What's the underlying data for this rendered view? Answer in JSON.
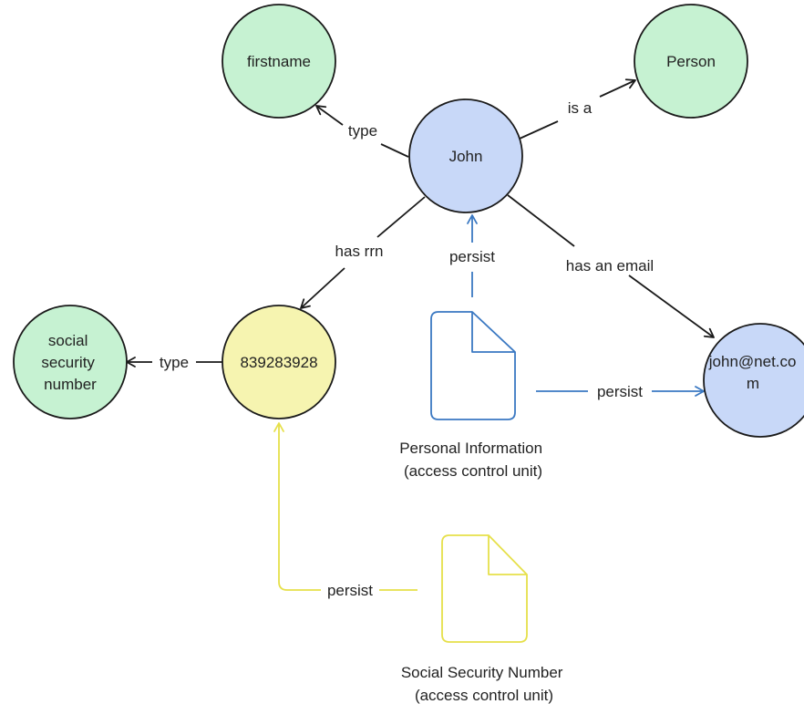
{
  "nodes": {
    "john": {
      "label": "John",
      "fill": "#c8d8f8"
    },
    "firstname": {
      "label": "firstname",
      "fill": "#c6f2d2"
    },
    "person": {
      "label": "Person",
      "fill": "#c6f2d2"
    },
    "ssn_type": {
      "label_lines": [
        "social",
        "security",
        "number"
      ],
      "fill": "#c6f2d2"
    },
    "rrn": {
      "label": "839283928",
      "fill": "#f6f4b0"
    },
    "email": {
      "label_lines": [
        "john@net.co",
        "m"
      ],
      "fill": "#c8d8f8"
    }
  },
  "edges": {
    "john_firstname": "type",
    "john_person": "is a",
    "john_rrn": "has rrn",
    "john_email": "has an email",
    "rrn_ssn_type": "type",
    "personal_doc_john": "persist",
    "personal_doc_email": "persist",
    "ssn_doc_rrn": "persist"
  },
  "documents": {
    "personal_information": {
      "caption_lines": [
        "Personal Information",
        "(access control unit)"
      ],
      "color": "#3a78c2"
    },
    "social_security_number": {
      "caption_lines": [
        "Social Security Number",
        "(access control unit)"
      ],
      "color": "#e6e04a"
    }
  },
  "colors": {
    "stroke": "#1a1a1a",
    "blue_arrow": "#3a78c2",
    "yellow_arrow": "#e6e04a"
  }
}
